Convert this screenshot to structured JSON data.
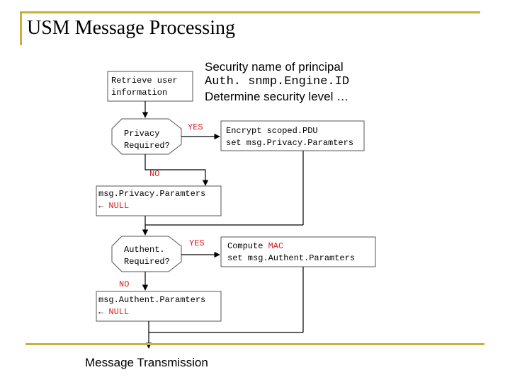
{
  "slide": {
    "title": "USM Message Processing"
  },
  "diagram": {
    "retrieve": {
      "line1": "Retrieve user",
      "line2": "information"
    },
    "note": {
      "line1": "Security name of principal",
      "line2": "Auth. snmp.Engine.ID",
      "line3": "Determine security level …"
    },
    "privacy_decision": {
      "line1": "Privacy",
      "line2": "Required?"
    },
    "privacy_yes": "YES",
    "privacy_no": "NO",
    "encrypt": {
      "line1": "Encrypt scoped.PDU",
      "line2": "set msg.Privacy.Paramters"
    },
    "privacy_null": {
      "line1": "msg.Privacy.Paramters",
      "arrow": "←",
      "value": "NULL"
    },
    "authent_decision": {
      "line1": "Authent.",
      "line2": "Required?"
    },
    "authent_yes": "YES",
    "authent_no": "NO",
    "mac": {
      "prefix": "Compute ",
      "highlight": "MAC",
      "line2": "set msg.Authent.Paramters"
    },
    "authent_null": {
      "line1": "msg.Authent.Paramters",
      "arrow": "←",
      "value": "NULL"
    },
    "end": "Message Transmission"
  },
  "colors": {
    "accent": "#c9b037",
    "highlight": "#d42020"
  }
}
